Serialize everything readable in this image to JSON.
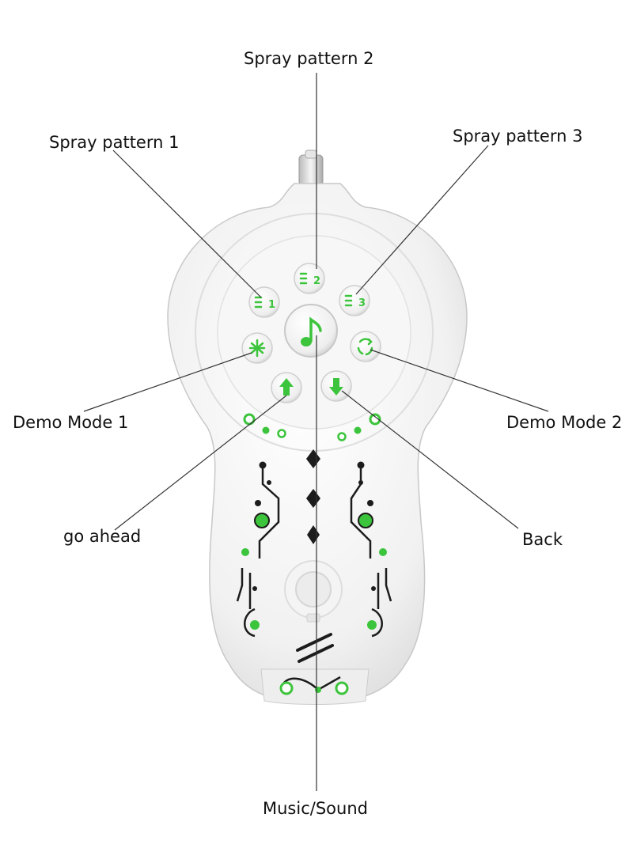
{
  "labels": {
    "spray1": "Spray pattern 1",
    "spray2": "Spray pattern 2",
    "spray3": "Spray pattern 3",
    "demo1": "Demo Mode 1",
    "demo2": "Demo Mode 2",
    "go_ahead": "go ahead",
    "back": "Back",
    "music": "Music/Sound"
  },
  "button_marks": {
    "spray1": "1",
    "spray2": "2",
    "spray3": "3"
  },
  "icons": {
    "spray1": "spray-pattern-1-icon",
    "spray2": "spray-pattern-2-icon",
    "spray3": "spray-pattern-3-icon",
    "demo1": "demo-mode-1-icon",
    "demo2": "recycle-arrows-icon",
    "go_ahead": "arrow-up-icon",
    "back": "arrow-down-icon",
    "music": "music-note-icon"
  },
  "colors": {
    "accent_green": "#3cc43c",
    "body_white": "#f3f3f3",
    "line": "#333333",
    "dark_print": "#1c1c1c"
  }
}
